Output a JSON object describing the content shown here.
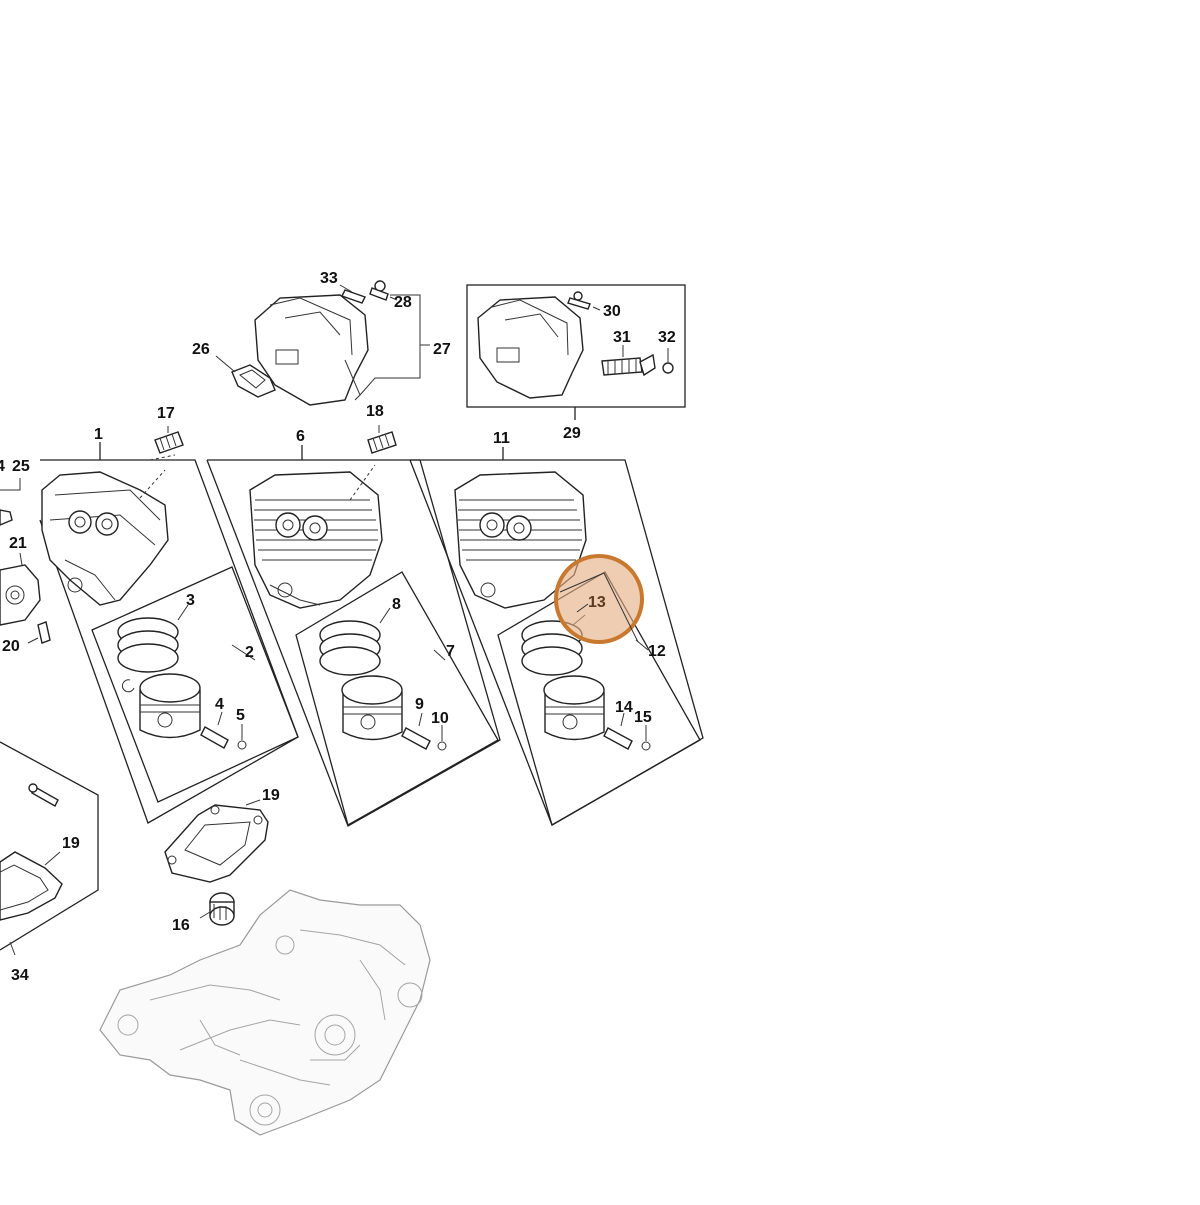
{
  "diagram": {
    "callouts": {
      "c1": "1",
      "c2": "2",
      "c3": "3",
      "c4": "4",
      "c5": "5",
      "c6": "6",
      "c7": "7",
      "c8": "8",
      "c9": "9",
      "c10": "10",
      "c11": "11",
      "c12": "12",
      "c13": "13",
      "c14": "14",
      "c15": "15",
      "c16": "16",
      "c17": "17",
      "c18": "18",
      "c19a": "19",
      "c19b": "19",
      "c20": "20",
      "c21": "21",
      "c24": "4",
      "c25": "25",
      "c26": "26",
      "c27": "27",
      "c28": "28",
      "c29": "29",
      "c30": "30",
      "c31": "31",
      "c32": "32",
      "c33": "33",
      "c34": "34"
    },
    "highlight": {
      "label": "13",
      "color": "#e4ae82"
    }
  }
}
